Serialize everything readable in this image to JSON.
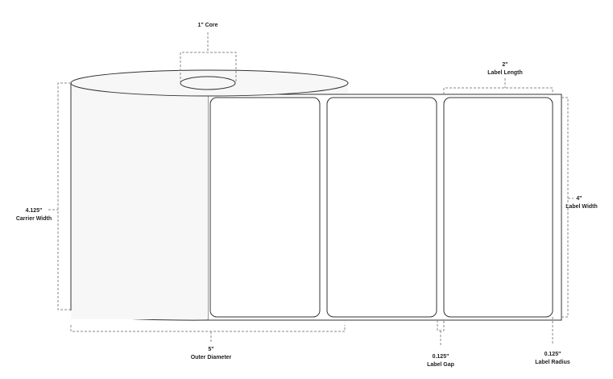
{
  "dimensions": {
    "core": {
      "value": "1\" Core"
    },
    "carrier_width": {
      "value": "4.125\"",
      "label": "Carrier Width"
    },
    "outer_diameter": {
      "value": "5\"",
      "label": "Outer Diameter"
    },
    "label_length": {
      "value": "2\"",
      "label": "Label Length"
    },
    "label_width": {
      "value": "4\"",
      "label": "Label Width"
    },
    "label_gap": {
      "value": "0.125\"",
      "label": "Label Gap"
    },
    "label_radius": {
      "value": "0.125\"",
      "label": "Label Radius"
    }
  },
  "labels_shown": 3
}
